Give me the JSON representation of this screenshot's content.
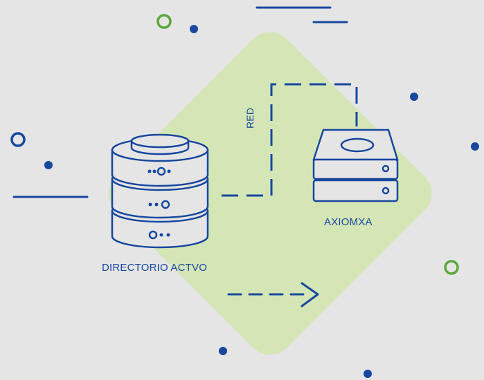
{
  "labels": {
    "network": "RED",
    "server": "AXIOMXA",
    "directory": "DIRECTORIO ACTVO"
  },
  "colors": {
    "background": "#e5e5e5",
    "diamond": "#d4e6b5",
    "primary_blue": "#17479e",
    "accent_green": "#5aa83a"
  },
  "icons": {
    "directory": "database-server-icon",
    "server": "hard-drive-server-icon",
    "flow": "dashed-arrow-right-icon"
  }
}
